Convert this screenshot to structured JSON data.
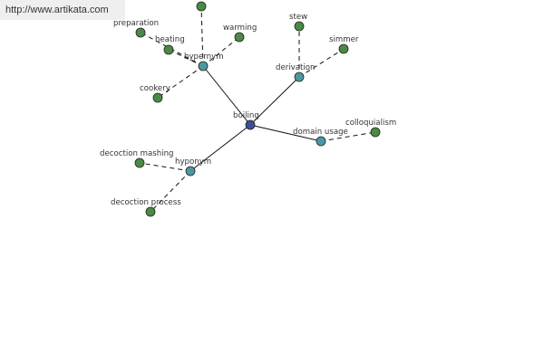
{
  "watermark": "http://www.artikata.com",
  "colors": {
    "center": "#3c4f94",
    "relation": "#4c98a0",
    "leaf": "#4a8a44",
    "stroke": "#222222",
    "edge": "#111111"
  },
  "graph": {
    "center": {
      "id": "boiling",
      "label": "boiling"
    },
    "relations": [
      {
        "id": "hypernym",
        "label": "hypernym"
      },
      {
        "id": "derivation",
        "label": "derivation"
      },
      {
        "id": "domain-usage",
        "label": "domain usage"
      },
      {
        "id": "hyponym",
        "label": "hyponym"
      }
    ],
    "leaves": [
      {
        "id": "cropped-top",
        "label": "",
        "parent": "hypernym"
      },
      {
        "id": "preparation",
        "label": "preparation",
        "parent": "hypernym"
      },
      {
        "id": "heating",
        "label": "heating",
        "parent": "hypernym"
      },
      {
        "id": "warming",
        "label": "warming",
        "parent": "hypernym"
      },
      {
        "id": "cookery",
        "label": "cookery",
        "parent": "hypernym"
      },
      {
        "id": "stew",
        "label": "stew",
        "parent": "derivation"
      },
      {
        "id": "simmer",
        "label": "simmer",
        "parent": "derivation"
      },
      {
        "id": "colloquialism",
        "label": "colloquialism",
        "parent": "domain-usage"
      },
      {
        "id": "decoction-mashing",
        "label": "decoction mashing",
        "parent": "hyponym"
      },
      {
        "id": "decoction-process",
        "label": "decoction process",
        "parent": "hyponym"
      }
    ]
  }
}
